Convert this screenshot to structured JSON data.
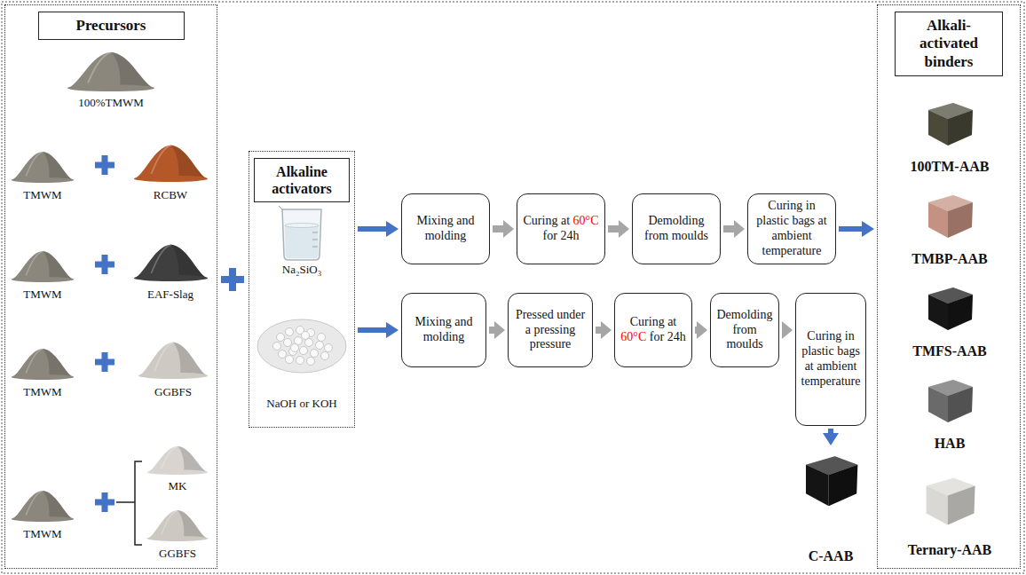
{
  "diagram": {
    "nodes": [
      {
        "text": [
          "Precursors"
        ]
      },
      {
        "text": [
          "Alkaline activators"
        ]
      },
      {
        "text": [
          "Mixing and molding"
        ]
      },
      {
        "text": [
          "Curing at 60°C for 24h"
        ]
      },
      {
        "text": [
          "Demolding from moulds"
        ]
      },
      {
        "text": [
          "Curing in plastic bags at ambient temperature"
        ]
      },
      {
        "text": [
          "Alkali-activated binders"
        ]
      },
      {
        "text": [
          "Mixing and molding"
        ]
      },
      {
        "text": [
          "Pressed under a pressing pressure"
        ]
      },
      {
        "text": [
          "Curing at 60°C for 24h"
        ]
      },
      {
        "text": [
          "Demolding from moulds"
        ]
      },
      {
        "text": [
          "Curing in plastic bags at ambient temperature"
        ]
      },
      {
        "text": [
          "C-AAB"
        ]
      }
    ],
    "edges": [
      {
        "from": 1,
        "to": 2,
        "arrow": "to"
      },
      {
        "from": 2,
        "to": 3,
        "arrow": "to"
      },
      {
        "from": 3,
        "to": 4,
        "arrow": "to"
      },
      {
        "from": 4,
        "to": 5,
        "arrow": "to"
      },
      {
        "from": 5,
        "to": 6,
        "arrow": "to"
      },
      {
        "from": 1,
        "to": 7,
        "arrow": "to"
      },
      {
        "from": 7,
        "to": 8,
        "arrow": "to"
      },
      {
        "from": 8,
        "to": 9,
        "arrow": "to"
      },
      {
        "from": 9,
        "to": 10,
        "arrow": "to"
      },
      {
        "from": 10,
        "to": 11,
        "arrow": "to"
      },
      {
        "from": 11,
        "to": 12,
        "arrow": "to"
      }
    ],
    "labels": [
      "100%TMWM",
      "TMWM",
      "RCBW",
      "TMWM",
      "EAF-Slag",
      "TMWM",
      "GGBFS",
      "TMWM",
      "MK",
      "GGBFS",
      "Na₂SiO₃",
      "NaOH or KOH",
      "100TM-AAB",
      "TMBP-AAB",
      "TMFS-AAB",
      "HAB",
      "Ternary-AAB"
    ]
  }
}
